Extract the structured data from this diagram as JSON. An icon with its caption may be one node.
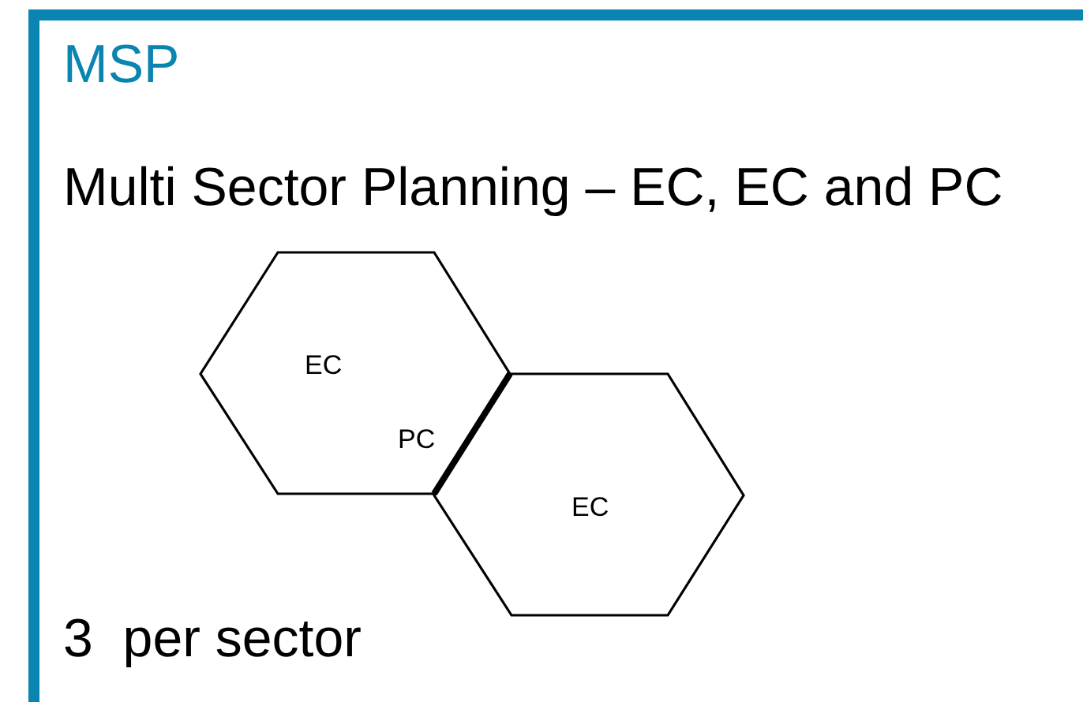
{
  "diagram": {
    "title": "MSP",
    "nodes": [
      {
        "text": [
          "EC"
        ]
      },
      {
        "text": [
          "EC"
        ]
      }
    ],
    "labels": [
      "Multi Sector Planning – EC, EC and PC",
      "PC",
      "3  per sector"
    ]
  }
}
